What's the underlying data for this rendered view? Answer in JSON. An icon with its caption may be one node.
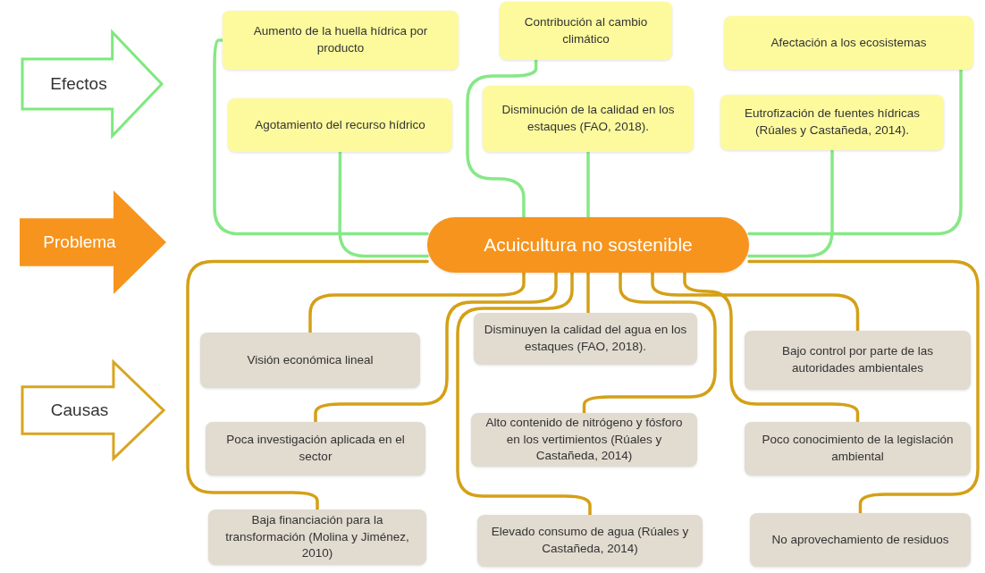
{
  "diagram": {
    "nodes": [
      {
        "text": [
          "Efectos"
        ]
      },
      {
        "text": [
          "Problema"
        ]
      },
      {
        "text": [
          "Causas"
        ]
      },
      {
        "text": [
          "Aumento de la huella hídrica por producto"
        ]
      },
      {
        "text": [
          "Contribución al cambio climático"
        ]
      },
      {
        "text": [
          "Afectación a los ecosistemas"
        ]
      },
      {
        "text": [
          "Agotamiento del recurso hídrico"
        ]
      },
      {
        "text": [
          "Disminución de la calidad en los estaques (FAO, 2018)."
        ]
      },
      {
        "text": [
          "Eutrofización de fuentes hídricas (Rúales y Castañeda, 2014)."
        ]
      },
      {
        "text": [
          "Acuicultura no sostenible"
        ]
      },
      {
        "text": [
          "Disminuyen la calidad del agua en los estaques (FAO, 2018)."
        ]
      },
      {
        "text": [
          "Visión económica lineal"
        ]
      },
      {
        "text": [
          "Bajo control por parte de las autoridades ambientales"
        ]
      },
      {
        "text": [
          "Poca investigación aplicada en el sector"
        ]
      },
      {
        "text": [
          "Alto contenido de nitrógeno y fósforo en los vertimientos (Rúales y Castañeda, 2014)"
        ]
      },
      {
        "text": [
          "Poco conocimiento de la legislación ambiental"
        ]
      },
      {
        "text": [
          "Baja financiación para la transformación (Molina y Jiménez, 2010)"
        ]
      },
      {
        "text": [
          "Elevado consumo de agua (Rúales y Castañeda, 2014)"
        ]
      },
      {
        "text": [
          "No aprovechamiento de residuos"
        ]
      }
    ],
    "edges": [
      {
        "from": 9,
        "to": 3,
        "arrow": "none",
        "color": "#86e886"
      },
      {
        "from": 9,
        "to": 4,
        "arrow": "none",
        "color": "#86e886"
      },
      {
        "from": 9,
        "to": 5,
        "arrow": "none",
        "color": "#86e886"
      },
      {
        "from": 9,
        "to": 6,
        "arrow": "none",
        "color": "#86e886"
      },
      {
        "from": 9,
        "to": 7,
        "arrow": "none",
        "color": "#86e886"
      },
      {
        "from": 9,
        "to": 8,
        "arrow": "none",
        "color": "#86e886"
      },
      {
        "from": 9,
        "to": 10,
        "arrow": "none"
      },
      {
        "from": 9,
        "to": 11,
        "arrow": "none"
      },
      {
        "from": 9,
        "to": 12,
        "arrow": "none"
      },
      {
        "from": 9,
        "to": 13,
        "arrow": "none"
      },
      {
        "from": 9,
        "to": 14,
        "arrow": "none"
      },
      {
        "from": 9,
        "to": 15,
        "arrow": "none"
      },
      {
        "from": 9,
        "to": 16,
        "arrow": "none"
      },
      {
        "from": 9,
        "to": 17,
        "arrow": "none"
      },
      {
        "from": 9,
        "to": 18,
        "arrow": "none"
      }
    ]
  }
}
